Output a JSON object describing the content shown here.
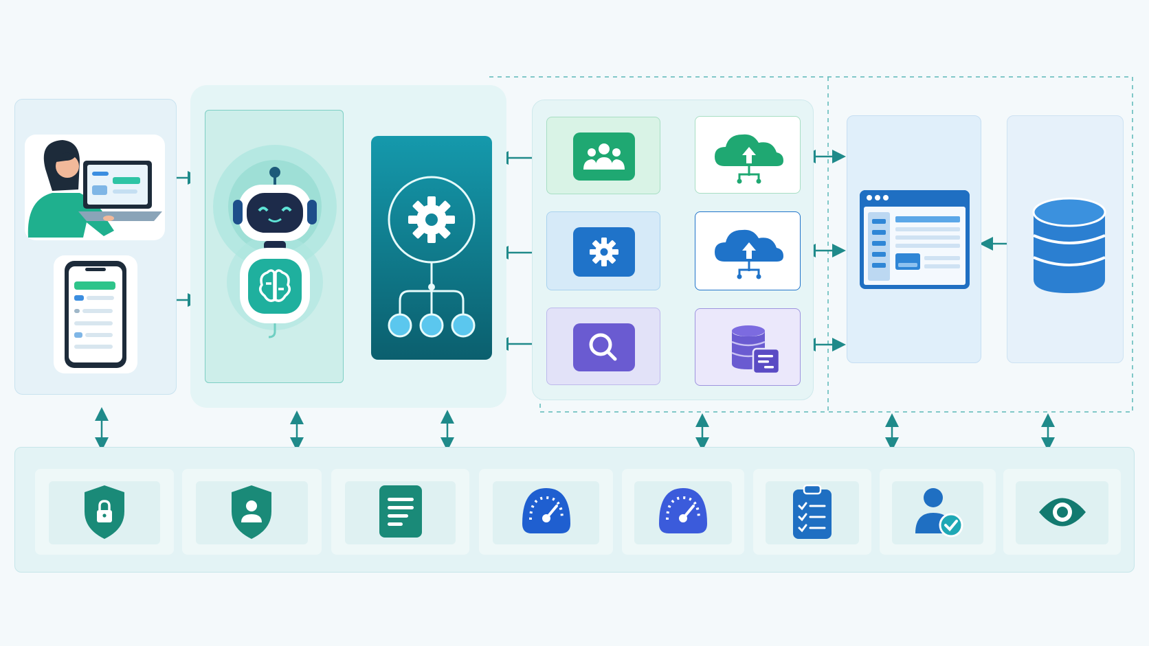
{
  "diagram": {
    "kind": "system architecture (icon-only, no printed text)",
    "colors": {
      "background": "#f4f9fb",
      "teal_accent": "#1f8a8a",
      "dark_teal": "#0f6f7a",
      "green": "#1fb07a",
      "blue": "#1f73c9",
      "purple": "#6a5bd1",
      "indigo": "#3b5bdb"
    },
    "clients": [
      {
        "icon": "user-laptop-icon"
      },
      {
        "icon": "mobile-chat-icon"
      }
    ],
    "assistant": {
      "icon": "robot-brain-icon"
    },
    "orchestrator": {
      "icons": [
        "gear-icon",
        "hierarchy-icon"
      ]
    },
    "services": [
      {
        "icon": "team-icon",
        "tone": "green"
      },
      {
        "icon": "cloud-upload-icon",
        "tone": "green"
      },
      {
        "icon": "gear-icon",
        "tone": "blue"
      },
      {
        "icon": "cloud-upload-icon",
        "tone": "blue"
      },
      {
        "icon": "search-icon",
        "tone": "purple"
      },
      {
        "icon": "database-doc-icon",
        "tone": "purple"
      }
    ],
    "app_window": {
      "icon": "browser-window-icon"
    },
    "storage": {
      "icon": "database-icon"
    },
    "foundation": [
      {
        "icon": "shield-lock-icon"
      },
      {
        "icon": "shield-user-icon"
      },
      {
        "icon": "document-icon"
      },
      {
        "icon": "gauge-icon"
      },
      {
        "icon": "gauge-icon"
      },
      {
        "icon": "checklist-icon"
      },
      {
        "icon": "user-check-icon"
      },
      {
        "icon": "eye-icon"
      }
    ]
  }
}
